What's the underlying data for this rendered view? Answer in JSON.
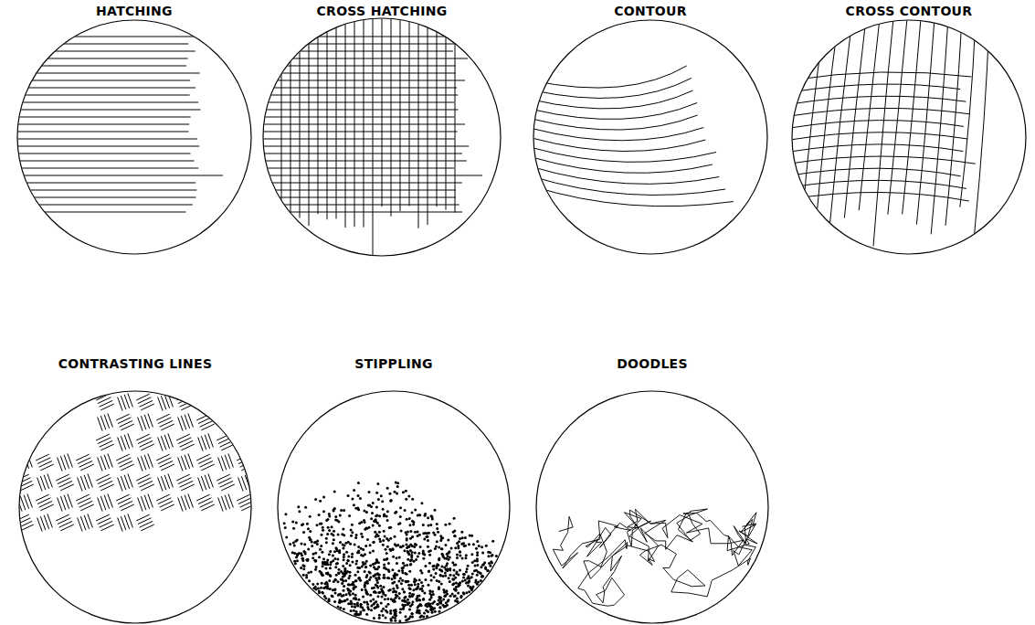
{
  "diagram": {
    "nodes": [
      {
        "text": [
          "HATCHING"
        ]
      },
      {
        "text": [
          "CROSS HATCHING"
        ]
      },
      {
        "text": [
          "CONTOUR"
        ]
      },
      {
        "text": [
          "CROSS CONTOUR"
        ]
      },
      {
        "text": [
          "CONTRASTING LINES"
        ]
      },
      {
        "text": [
          "STIPPLING"
        ]
      },
      {
        "text": [
          "DOODLES"
        ]
      }
    ]
  }
}
